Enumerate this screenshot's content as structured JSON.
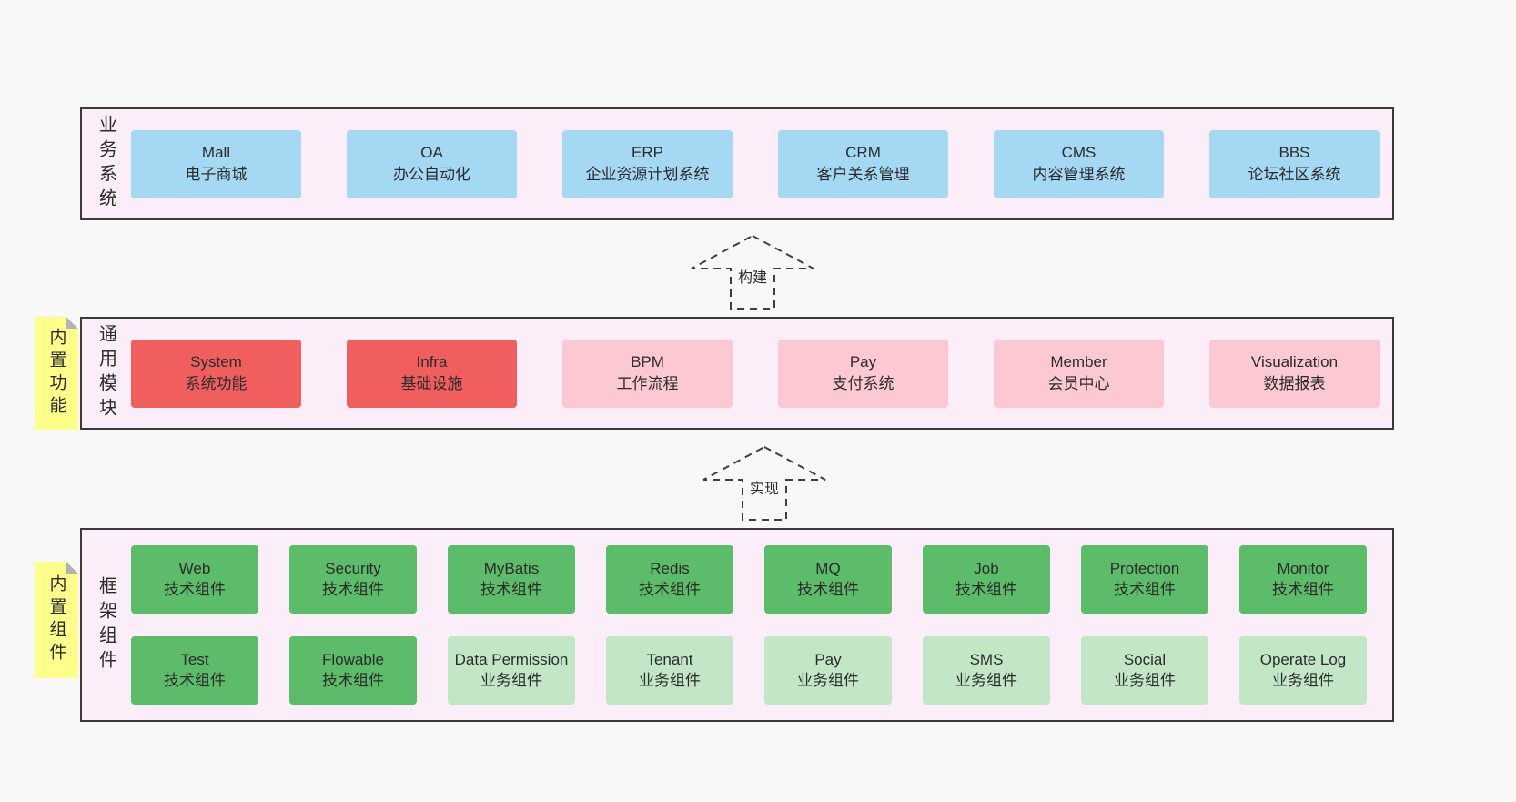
{
  "colors": {
    "panel_background": "#fbeef8",
    "panel_border": "#3a3a3a",
    "blue_box": "#a5d8f3",
    "red_box": "#f15e5e",
    "pink_box": "#fcc8d2",
    "green_box": "#5cbc69",
    "green_light_box": "#c3e7c6",
    "sticky_yellow": "#feff8a",
    "page_background": "#f8f8f8"
  },
  "business": {
    "label": "业务系统",
    "boxes": [
      {
        "title": "Mall",
        "subtitle": "电子商城"
      },
      {
        "title": "OA",
        "subtitle": "办公自动化"
      },
      {
        "title": "ERP",
        "subtitle": "企业资源计划系统"
      },
      {
        "title": "CRM",
        "subtitle": "客户关系管理"
      },
      {
        "title": "CMS",
        "subtitle": "内容管理系统"
      },
      {
        "title": "BBS",
        "subtitle": "论坛社区系统"
      }
    ]
  },
  "build_arrow": {
    "label": "构建"
  },
  "modules": {
    "sticky": "内置功能",
    "label": "通用模块",
    "boxes": [
      {
        "title": "System",
        "subtitle": "系统功能"
      },
      {
        "title": "Infra",
        "subtitle": "基础设施"
      },
      {
        "title": "BPM",
        "subtitle": "工作流程"
      },
      {
        "title": "Pay",
        "subtitle": "支付系统"
      },
      {
        "title": "Member",
        "subtitle": "会员中心"
      },
      {
        "title": "Visualization",
        "subtitle": "数据报表"
      }
    ]
  },
  "implement_arrow": {
    "label": "实现"
  },
  "components": {
    "sticky": "内置组件",
    "label": "框架组件",
    "row1": [
      {
        "title": "Web",
        "subtitle": "技术组件"
      },
      {
        "title": "Security",
        "subtitle": "技术组件"
      },
      {
        "title": "MyBatis",
        "subtitle": "技术组件"
      },
      {
        "title": "Redis",
        "subtitle": "技术组件"
      },
      {
        "title": "MQ",
        "subtitle": "技术组件"
      },
      {
        "title": "Job",
        "subtitle": "技术组件"
      },
      {
        "title": "Protection",
        "subtitle": "技术组件"
      },
      {
        "title": "Monitor",
        "subtitle": "技术组件"
      }
    ],
    "row2": [
      {
        "title": "Test",
        "subtitle": "技术组件"
      },
      {
        "title": "Flowable",
        "subtitle": "技术组件"
      },
      {
        "title": "Data Permission",
        "subtitle": "业务组件"
      },
      {
        "title": "Tenant",
        "subtitle": "业务组件"
      },
      {
        "title": "Pay",
        "subtitle": "业务组件"
      },
      {
        "title": "SMS",
        "subtitle": "业务组件"
      },
      {
        "title": "Social",
        "subtitle": "业务组件"
      },
      {
        "title": "Operate Log",
        "subtitle": "业务组件"
      }
    ]
  }
}
